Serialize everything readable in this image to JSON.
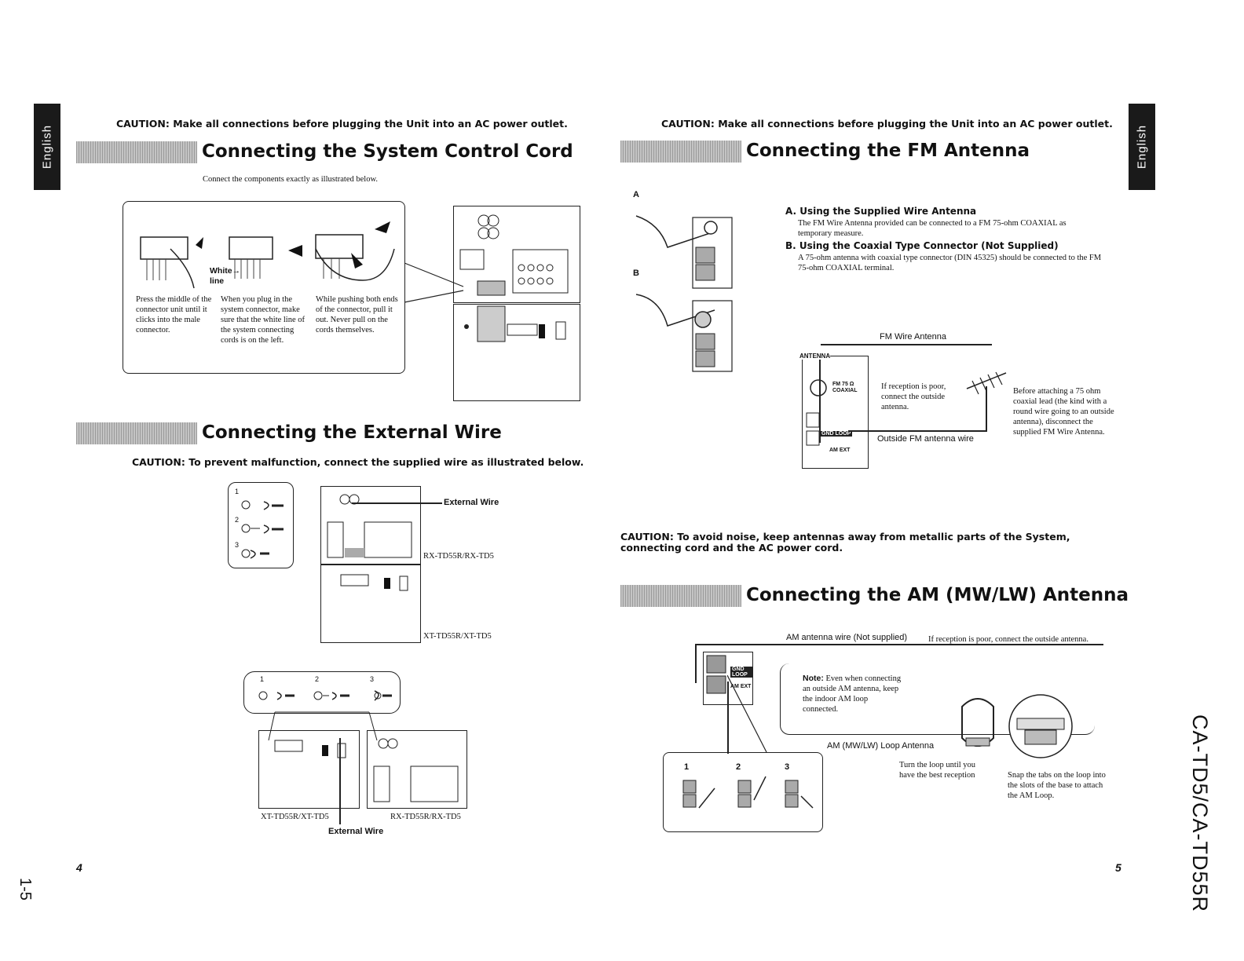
{
  "tabs": {
    "left": "English",
    "right": "English"
  },
  "left": {
    "caution_top": "CAUTION: Make all connections before plugging the Unit into an AC power outlet.",
    "system_cord": {
      "title": "Connecting the System Control Cord",
      "intro": "Connect the components exactly as illustrated below.",
      "white_line_label": "White→ line",
      "step1": "Press the middle of the connector unit until it clicks into the male connector.",
      "step2": "When you plug in the system connector, make sure that the white line of the system connecting cords is on the left.",
      "step3": "While pushing both ends of the connector, pull it out. Never pull on the cords themselves."
    },
    "external_wire": {
      "title": "Connecting the External Wire",
      "caution": "CAUTION: To prevent malfunction, connect the supplied wire as illustrated below.",
      "steps": [
        "1",
        "2",
        "3"
      ],
      "external_wire_label": "External Wire",
      "rx_model": "RX-TD55R/RX-TD5",
      "xt_model": "XT-TD55R/XT-TD5",
      "bottom_xt": "XT-TD55R/XT-TD5",
      "bottom_rx": "RX-TD55R/RX-TD5",
      "bottom_external_wire": "External Wire"
    },
    "page_number": "4",
    "side_page": "1-5"
  },
  "right": {
    "caution_top": "CAUTION: Make all connections before plugging the Unit into an AC power outlet.",
    "fm": {
      "title": "Connecting the FM Antenna",
      "label_a": "A",
      "label_b": "B",
      "a_title": "A. Using the Supplied Wire Antenna",
      "a_text": "The FM Wire Antenna provided can be connected to a FM 75-ohm COAXIAL as temporary measure.",
      "b_title": "B. Using the Coaxial Type Connector (Not Supplied)",
      "b_text": "A 75-ohm antenna with coaxial type connector (DIN 45325) should be connected to the FM 75-ohm COAXIAL terminal.",
      "fm_wire_antenna": "FM Wire Antenna",
      "antenna_label": "ANTENNA",
      "fm75_label": "FM 75 Ω COAXIAL",
      "reception_note": "If reception is poor, connect the outside antenna.",
      "outside_wire": "Outside FM antenna wire",
      "gnd_loop": "GND LOOP",
      "am_ext": "AM EXT",
      "before_note": "Before attaching a 75 ohm coaxial lead (the kind with a round wire going to an outside antenna), disconnect the supplied FM Wire Antenna."
    },
    "caution_mid": "CAUTION: To avoid noise, keep antennas away from metallic parts of the System, connecting cord and the AC power cord.",
    "am": {
      "title": "Connecting the AM (MW/LW) Antenna",
      "wire_label": "AM antenna wire (Not supplied)",
      "reception_label": "If reception is poor, connect the outside antenna.",
      "gnd_loop": "GND LOOP",
      "am_ext": "AM EXT",
      "note_bold": "Note:",
      "note_text": "Even when connecting an outside AM antenna, keep the indoor AM loop connected.",
      "loop_label": "AM (MW/LW) Loop Antenna",
      "turn_note": "Turn the loop until you have the best reception",
      "snap_note": "Snap the tabs on the loop into the slots of the base to attach the AM Loop.",
      "steps": [
        "1",
        "2",
        "3"
      ]
    },
    "page_number": "5",
    "model_vertical": "CA-TD5/CA-TD55R"
  }
}
